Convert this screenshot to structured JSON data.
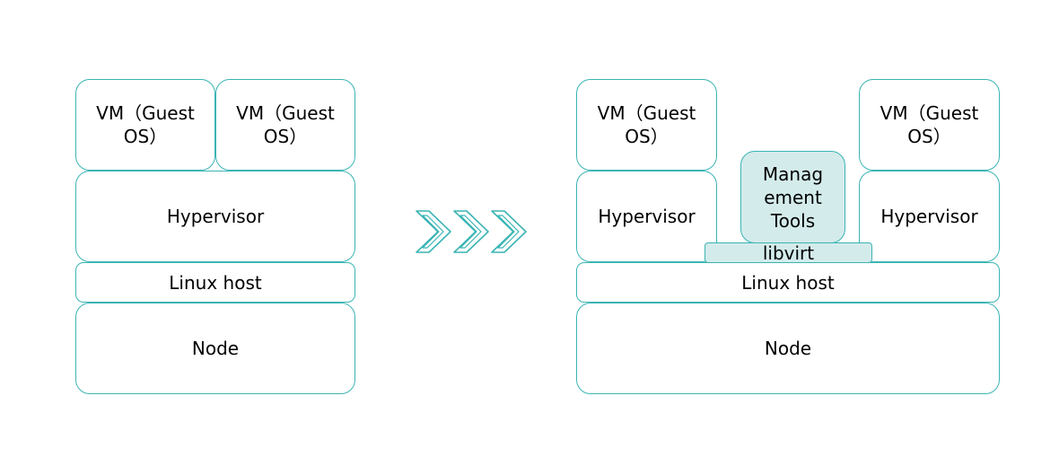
{
  "colors": {
    "border": "#3bb4b4",
    "tint": "#d4ebeb",
    "arrow": "#3bb4b4"
  },
  "left_stack": {
    "vm1": "VM（Guest\nOS）",
    "vm2": "VM（Guest\nOS）",
    "hypervisor": "Hypervisor",
    "linux_host": "Linux host",
    "node": "Node"
  },
  "arrow": {
    "icon": "triple-chevron-right-icon"
  },
  "right_stack": {
    "vm_left": "VM（Guest\nOS）",
    "vm_right": "VM（Guest\nOS）",
    "hypervisor_left": "Hypervisor",
    "hypervisor_right": "Hypervisor",
    "management_tools": "Manag\nement\nTools",
    "libvirt": "libvirt",
    "linux_host": "Linux host",
    "node": "Node"
  }
}
